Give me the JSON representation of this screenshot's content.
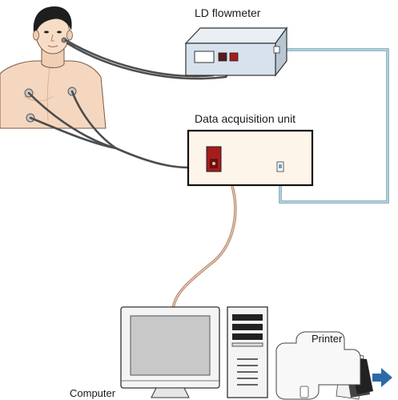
{
  "labels": {
    "ld_flowmeter": "LD flowmeter",
    "data_acquisition_unit": "Data acquisition unit",
    "computer": "Computer",
    "printer": "Printer"
  },
  "colors": {
    "probe_cable": "#4d4d4d",
    "optic_cable": "#6f9fb5",
    "usb_cable": "#b88a6e",
    "flowmeter_body": "#d8e2ec",
    "daq_body": "#fdf5ea",
    "daq_connector": "#a61c1c",
    "skin": "#f5d7bf",
    "printer_arrow": "#2b6aa8"
  },
  "icons": [
    "patient-figure",
    "flowmeter-device",
    "daq-box",
    "computer-monitor",
    "computer-tower",
    "printer",
    "output-arrow-icon"
  ]
}
